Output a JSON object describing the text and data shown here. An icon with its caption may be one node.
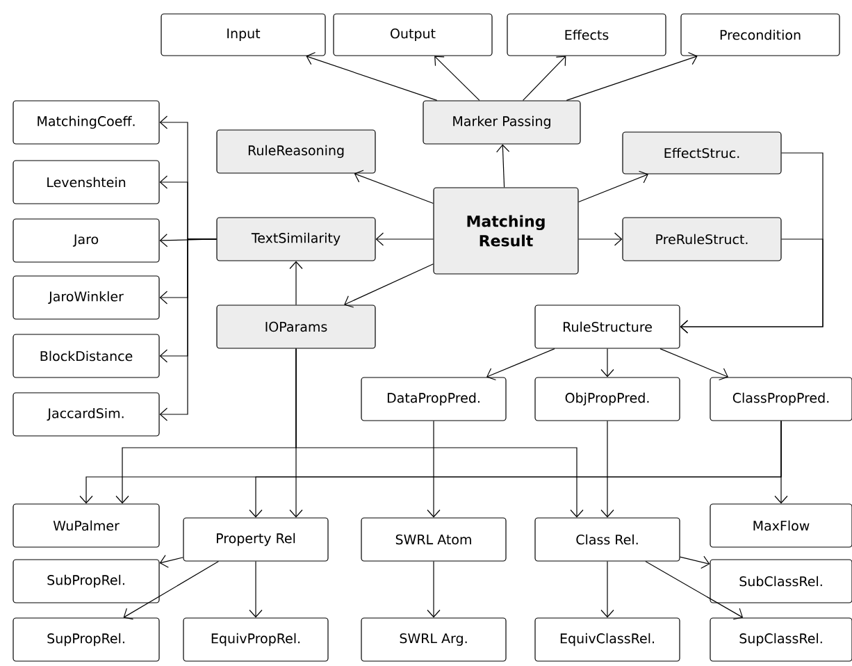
{
  "diagram": {
    "nodes": [
      {
        "text": [
          "Input"
        ]
      },
      {
        "text": [
          "Output"
        ]
      },
      {
        "text": [
          "Effects"
        ]
      },
      {
        "text": [
          "Precondition"
        ]
      },
      {
        "text": [
          "Marker Passing"
        ]
      },
      {
        "text": [
          "MatchingCoeff."
        ]
      },
      {
        "text": [
          "RuleReasoning"
        ]
      },
      {
        "text": [
          "EffectStruc."
        ]
      },
      {
        "text": [
          "Levenshtein"
        ]
      },
      {
        "text": [
          "Matching Result"
        ]
      },
      {
        "text": [
          "TextSimilarity"
        ]
      },
      {
        "text": [
          "Jaro"
        ]
      },
      {
        "text": [
          "PreRuleStruct."
        ]
      },
      {
        "text": [
          "JaroWinkler"
        ]
      },
      {
        "text": [
          "IOParams"
        ]
      },
      {
        "text": [
          "RuleStructure"
        ]
      },
      {
        "text": [
          "BlockDistance"
        ]
      },
      {
        "text": [
          "DataPropPred."
        ]
      },
      {
        "text": [
          "ObjPropPred."
        ]
      },
      {
        "text": [
          "ClassPropPred."
        ]
      },
      {
        "text": [
          "JaccardSim."
        ]
      },
      {
        "text": [
          "WuPalmer"
        ]
      },
      {
        "text": [
          "Property Rel"
        ]
      },
      {
        "text": [
          "SWRL Atom"
        ]
      },
      {
        "text": [
          "Class Rel."
        ]
      },
      {
        "text": [
          "MaxFlow"
        ]
      },
      {
        "text": [
          "SubPropRel."
        ]
      },
      {
        "text": [
          "SubClassRel."
        ]
      },
      {
        "text": [
          "SupPropRel."
        ]
      },
      {
        "text": [
          "EquivPropRel."
        ]
      },
      {
        "text": [
          "SWRL Arg."
        ]
      },
      {
        "text": [
          "EquivClassRel."
        ]
      },
      {
        "text": [
          "SupClassRel."
        ]
      }
    ],
    "edges": [
      {
        "from": 9,
        "to": 4,
        "arrow": "to"
      },
      {
        "from": 4,
        "to": 0,
        "arrow": "to"
      },
      {
        "from": 4,
        "to": 1,
        "arrow": "to"
      },
      {
        "from": 4,
        "to": 2,
        "arrow": "to"
      },
      {
        "from": 4,
        "to": 3,
        "arrow": "to"
      },
      {
        "from": 9,
        "to": 6,
        "arrow": "to"
      },
      {
        "from": 9,
        "to": 10,
        "arrow": "to"
      },
      {
        "from": 9,
        "to": 14,
        "arrow": "to"
      },
      {
        "from": 9,
        "to": 7,
        "arrow": "to"
      },
      {
        "from": 9,
        "to": 12,
        "arrow": "to"
      },
      {
        "from": 10,
        "to": 5,
        "arrow": "to"
      },
      {
        "from": 10,
        "to": 8,
        "arrow": "to"
      },
      {
        "from": 10,
        "to": 11,
        "arrow": "to"
      },
      {
        "from": 10,
        "to": 13,
        "arrow": "to"
      },
      {
        "from": 10,
        "to": 16,
        "arrow": "to"
      },
      {
        "from": 10,
        "to": 20,
        "arrow": "to"
      },
      {
        "from": 14,
        "to": 10,
        "arrow": "to"
      },
      {
        "from": 7,
        "to": 15,
        "arrow": "to"
      },
      {
        "from": 12,
        "to": 15,
        "arrow": "to"
      },
      {
        "from": 15,
        "to": 17,
        "arrow": "to"
      },
      {
        "from": 15,
        "to": 18,
        "arrow": "to"
      },
      {
        "from": 15,
        "to": 19,
        "arrow": "to"
      },
      {
        "from": 17,
        "to": 23,
        "arrow": "to"
      },
      {
        "from": 14,
        "to": 21,
        "arrow": "to"
      },
      {
        "from": 14,
        "to": 22,
        "arrow": "to"
      },
      {
        "from": 14,
        "to": 24,
        "arrow": "to"
      },
      {
        "from": 19,
        "to": 25,
        "arrow": "to"
      },
      {
        "from": 19,
        "to": 22,
        "arrow": "to"
      },
      {
        "from": 19,
        "to": 21,
        "arrow": "to"
      },
      {
        "from": 18,
        "to": 24,
        "arrow": "to"
      },
      {
        "from": 22,
        "to": 26,
        "arrow": "to"
      },
      {
        "from": 22,
        "to": 28,
        "arrow": "to"
      },
      {
        "from": 22,
        "to": 29,
        "arrow": "to"
      },
      {
        "from": 23,
        "to": 30,
        "arrow": "to"
      },
      {
        "from": 24,
        "to": 31,
        "arrow": "to"
      },
      {
        "from": 24,
        "to": 27,
        "arrow": "to"
      },
      {
        "from": 24,
        "to": 32,
        "arrow": "to"
      }
    ]
  }
}
